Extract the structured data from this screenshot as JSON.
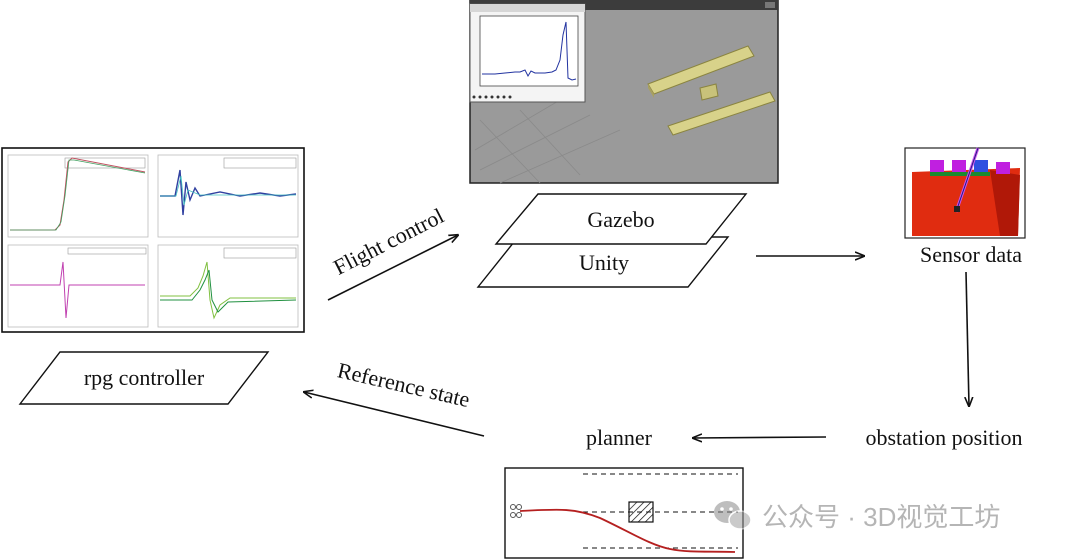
{
  "diagram": {
    "labels": {
      "gazebo": "Gazebo",
      "unity": "Unity",
      "sensor_data": "Sensor data",
      "obstation_position": "obstation position",
      "planner": "planner",
      "rpg_controller": "rpg controller",
      "flight_control": "Flight control",
      "reference_state": "Reference state"
    },
    "watermark": "公众号 · 3D视觉工坊"
  },
  "colors": {
    "line": "#111111",
    "sim_bg": "#9a9a9a",
    "bars": "#d8d28a",
    "trajectory": "#b52020",
    "sensor_red": "#e02c10",
    "sensor_magenta": "#c020e0",
    "sensor_blue": "#3050e0"
  },
  "icons": [
    "weixin-logo-icon",
    "sim-toolbar-icons"
  ]
}
